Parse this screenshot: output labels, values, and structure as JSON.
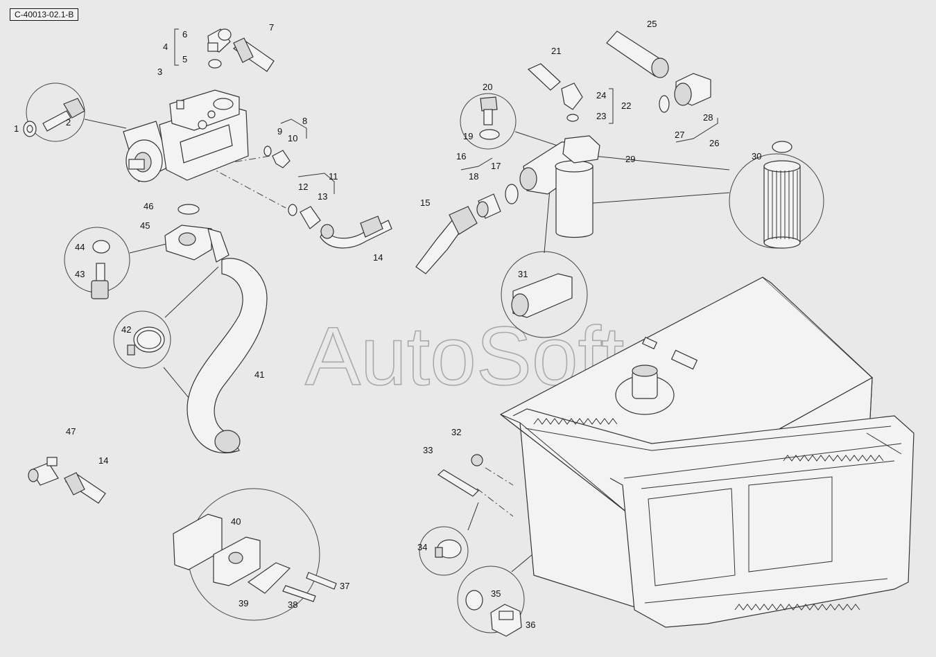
{
  "drawing_code": "C-40013-02.1-B",
  "watermark": "AutoSoft",
  "callouts": [
    "1",
    "2",
    "3",
    "4",
    "5",
    "6",
    "7",
    "8",
    "9",
    "10",
    "11",
    "12",
    "13",
    "14",
    "14",
    "15",
    "16",
    "17",
    "18",
    "19",
    "20",
    "21",
    "22",
    "23",
    "24",
    "25",
    "26",
    "27",
    "28",
    "29",
    "30",
    "31",
    "32",
    "33",
    "34",
    "35",
    "36",
    "37",
    "38",
    "39",
    "40",
    "41",
    "42",
    "43",
    "44",
    "45",
    "46",
    "47"
  ]
}
